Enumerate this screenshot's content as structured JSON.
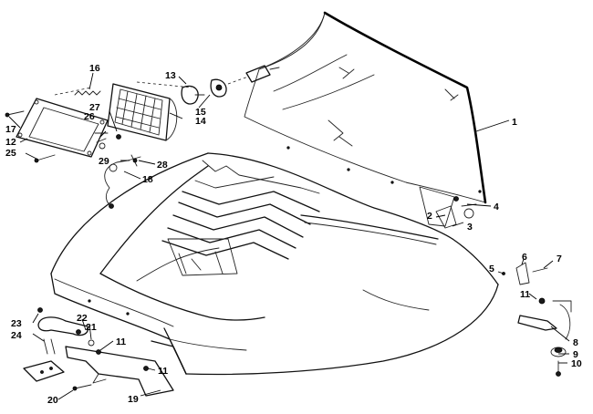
{
  "callouts": [
    {
      "id": "c1",
      "text": "1"
    },
    {
      "id": "c2",
      "text": "2"
    },
    {
      "id": "c3",
      "text": "3"
    },
    {
      "id": "c4",
      "text": "4"
    },
    {
      "id": "c5",
      "text": "5"
    },
    {
      "id": "c6",
      "text": "6"
    },
    {
      "id": "c7",
      "text": "7"
    },
    {
      "id": "c8",
      "text": "8"
    },
    {
      "id": "c9",
      "text": "9"
    },
    {
      "id": "c10",
      "text": "10"
    },
    {
      "id": "c11a",
      "text": "11"
    },
    {
      "id": "c11b",
      "text": "11"
    },
    {
      "id": "c11c",
      "text": "11"
    },
    {
      "id": "c12",
      "text": "12"
    },
    {
      "id": "c13",
      "text": "13"
    },
    {
      "id": "c14",
      "text": "14"
    },
    {
      "id": "c15",
      "text": "15"
    },
    {
      "id": "c16",
      "text": "16"
    },
    {
      "id": "c17",
      "text": "17"
    },
    {
      "id": "c18",
      "text": "18"
    },
    {
      "id": "c19",
      "text": "19"
    },
    {
      "id": "c20",
      "text": "20"
    },
    {
      "id": "c21",
      "text": "21"
    },
    {
      "id": "c22",
      "text": "22"
    },
    {
      "id": "c23",
      "text": "23"
    },
    {
      "id": "c24",
      "text": "24"
    },
    {
      "id": "c25",
      "text": "25"
    },
    {
      "id": "c26",
      "text": "26"
    },
    {
      "id": "c27",
      "text": "27"
    },
    {
      "id": "c28",
      "text": "28"
    },
    {
      "id": "c29",
      "text": "29"
    }
  ]
}
